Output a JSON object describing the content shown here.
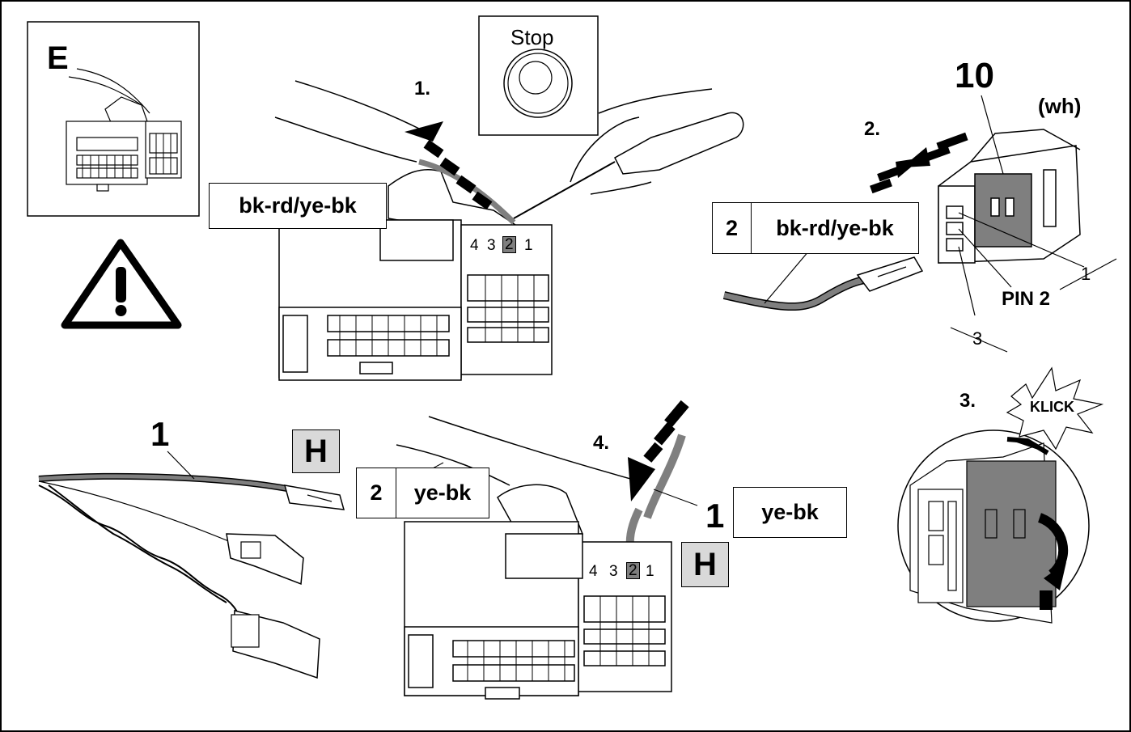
{
  "detail_E": {
    "letter": "E"
  },
  "stop_sign": {
    "label": "Stop"
  },
  "steps": {
    "s1": "1.",
    "s2": "2.",
    "s3": "3.",
    "s4": "4."
  },
  "connector_top": {
    "wire_label": "bk-rd/ye-bk",
    "pins": [
      "4",
      "3",
      "2",
      "1"
    ],
    "highlighted_pin": "2"
  },
  "terminal_detail": {
    "part_number": "10",
    "color_code": "(wh)",
    "table": {
      "pin": "2",
      "wire": "bk-rd/ye-bk"
    },
    "pin_label": "PIN 2",
    "excluded_pins": [
      "1",
      "3"
    ]
  },
  "click_detail": {
    "sound": "KLICK"
  },
  "harness": {
    "part_number": "1",
    "marker": "H"
  },
  "connector_bottom": {
    "table": {
      "pin": "2",
      "wire": "ye-bk"
    },
    "pins": [
      "4",
      "3",
      "2",
      "1"
    ],
    "highlighted_pin": "2",
    "part_label": {
      "num": "1",
      "wire": "ye-bk"
    },
    "marker": "H"
  },
  "colors": {
    "highlight": "#7f7f7f",
    "marker_bg": "#d9d9d9",
    "wire": "#7f7f7f"
  }
}
